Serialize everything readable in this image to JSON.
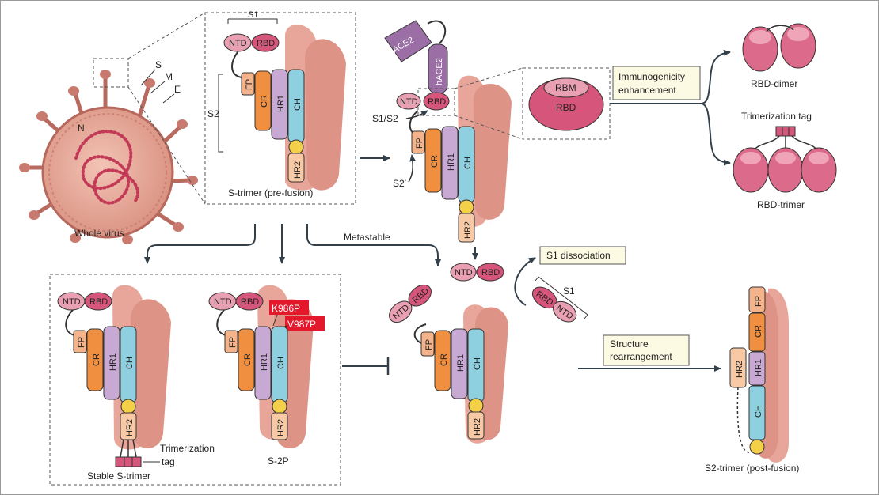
{
  "virus": {
    "label": "Whole virus",
    "N": "N",
    "S": "S",
    "M": "M",
    "E": "E"
  },
  "prefusion": {
    "caption": "S-trimer (pre-fusion)",
    "S1": "S1",
    "S2": "S2",
    "NTD": "NTD",
    "RBD": "RBD",
    "FP": "FP",
    "CR": "CR",
    "HR1": "HR1",
    "CH": "CH",
    "HR2": "HR2"
  },
  "bound": {
    "hACE2_a": "hACE2",
    "hACE2_b": "hACE2",
    "S1S2": "S1/S2",
    "S2prime": "S2′",
    "NTD": "NTD",
    "RBD": "RBD",
    "FP": "FP",
    "CR": "CR",
    "HR1": "HR1",
    "CH": "CH",
    "HR2": "HR2"
  },
  "rbd_detail": {
    "RBM": "RBM",
    "RBD": "RBD"
  },
  "immunogenicity": {
    "line1": "Immunogenicity",
    "line2": "enhancement"
  },
  "rbd_dimer": {
    "label": "RBD-dimer"
  },
  "rbd_trimer": {
    "label": "RBD-trimer",
    "tag": "Trimerization tag"
  },
  "metastable": "Metastable",
  "dissociated": {
    "NTD": "NTD",
    "RBD": "RBD"
  },
  "s1_dissociation": "S1 dissociation",
  "s1_free": {
    "label": "S1",
    "RBD": "RBD",
    "NTD": "NTD"
  },
  "stable": {
    "caption": "Stable S-trimer",
    "tag_line1": "Trimerization",
    "tag_line2": "tag",
    "NTD": "NTD",
    "RBD": "RBD",
    "FP": "FP",
    "CR": "CR",
    "HR1": "HR1",
    "CH": "CH",
    "HR2": "HR2"
  },
  "s2p": {
    "caption": "S-2P",
    "mut1": "K986P",
    "mut2": "V987P",
    "NTD": "NTD",
    "RBD": "RBD",
    "FP": "FP",
    "CR": "CR",
    "HR1": "HR1",
    "CH": "CH",
    "HR2": "HR2"
  },
  "after": {
    "NTD": "NTD",
    "RBD": "RBD",
    "FP": "FP",
    "CR": "CR",
    "HR1": "HR1",
    "CH": "CH",
    "HR2": "HR2"
  },
  "structure": {
    "line1": "Structure",
    "line2": "rearrangement"
  },
  "postfusion": {
    "caption": "S2-trimer (post-fusion)",
    "FP": "FP",
    "CR": "CR",
    "HR1": "HR1",
    "CH": "CH",
    "HR2": "HR2"
  },
  "colors": {
    "pink_body": "#e8a69a",
    "pink_dark": "#c9786c",
    "rbd": "#d6557a",
    "ntd": "#e9a0b3",
    "cr": "#ef8f3f",
    "hr1": "#c7a9d3",
    "ch": "#8ecfe0",
    "fp": "#f4b38a",
    "hr2": "#f7c9a4",
    "ball": "#f4d049",
    "hace2": "#9b6fa6",
    "box_fill": "#fdfae3",
    "mut": "#e3192b"
  }
}
